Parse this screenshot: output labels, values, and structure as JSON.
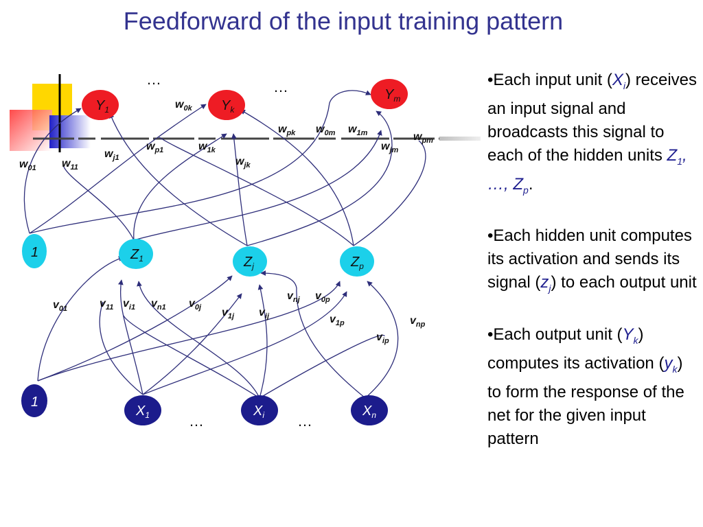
{
  "title": "Feedforward of the input training pattern",
  "colors": {
    "title": "#33338f",
    "output_node": "#ee1c24",
    "hidden_node": "#1cd0ea",
    "input_node": "#1c1c8c",
    "edge": "#2e2e7a"
  },
  "nodes": {
    "output": [
      {
        "main": "Y",
        "sub": "1"
      },
      {
        "main": "Y",
        "sub": "k"
      },
      {
        "main": "Y",
        "sub": "m"
      }
    ],
    "hidden_bias": {
      "main": "1",
      "sub": ""
    },
    "hidden": [
      {
        "main": "Z",
        "sub": "1"
      },
      {
        "main": "Z",
        "sub": "j"
      },
      {
        "main": "Z",
        "sub": "p"
      }
    ],
    "input_bias": {
      "main": "1",
      "sub": ""
    },
    "input": [
      {
        "main": "X",
        "sub": "1"
      },
      {
        "main": "X",
        "sub": "i"
      },
      {
        "main": "X",
        "sub": "n"
      }
    ]
  },
  "ellipsis": "…",
  "w_labels": [
    {
      "main": "w",
      "sub": "01"
    },
    {
      "main": "w",
      "sub": "11"
    },
    {
      "main": "w",
      "sub": "j1"
    },
    {
      "main": "w",
      "sub": "0k"
    },
    {
      "main": "w",
      "sub": "p1"
    },
    {
      "main": "w",
      "sub": "1k"
    },
    {
      "main": "w",
      "sub": "jk"
    },
    {
      "main": "w",
      "sub": "pk"
    },
    {
      "main": "w",
      "sub": "0m"
    },
    {
      "main": "w",
      "sub": "1m"
    },
    {
      "main": "w",
      "sub": "jm"
    },
    {
      "main": "w",
      "sub": "pm"
    }
  ],
  "v_labels": [
    {
      "main": "v",
      "sub": "01"
    },
    {
      "main": "v",
      "sub": "11"
    },
    {
      "main": "v",
      "sub": "i1"
    },
    {
      "main": "v",
      "sub": "n1"
    },
    {
      "main": "v",
      "sub": "0j"
    },
    {
      "main": "v",
      "sub": "1j"
    },
    {
      "main": "v",
      "sub": "ij"
    },
    {
      "main": "v",
      "sub": "nj"
    },
    {
      "main": "v",
      "sub": "0p"
    },
    {
      "main": "v",
      "sub": "1p"
    },
    {
      "main": "v",
      "sub": "ip"
    },
    {
      "main": "v",
      "sub": "np"
    }
  ],
  "bullets": [
    {
      "prefix": "•Each input unit (",
      "var_main": "X",
      "var_sub": "i",
      "suffix": ") receives an input signal and broadcasts this signal to each of the hidden units ",
      "tail_vars": "Z",
      "tail_sub1": "1",
      "tail_mid": ", …, ",
      "tail_var2": "Z",
      "tail_sub2": "p",
      "tail_end": "."
    },
    {
      "prefix": "•Each hidden unit computes its activation and sends its signal (",
      "var_main": "z",
      "var_sub": "j",
      "suffix": ") to each output unit"
    },
    {
      "prefix": "•Each output unit (",
      "var_main": "Y",
      "var_sub": "k",
      "suffix": ") computes its activation (",
      "var2_main": "y",
      "var2_sub": "k",
      "suffix2": ") to form the response of the net for the given input pattern"
    }
  ]
}
